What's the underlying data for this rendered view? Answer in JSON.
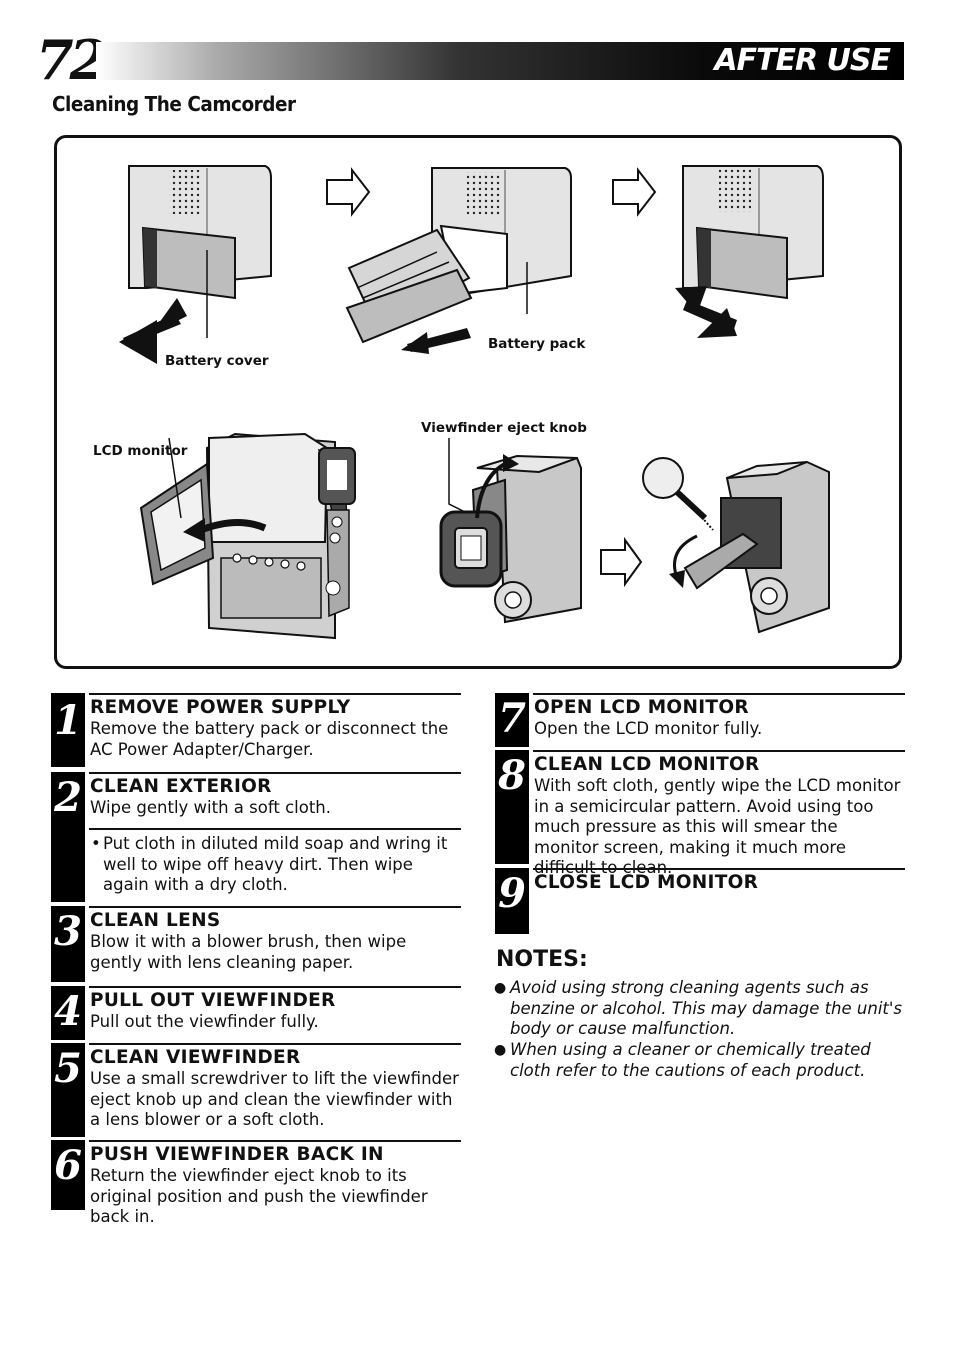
{
  "header": {
    "page_number": "72",
    "chapter_title": "AFTER USE",
    "section_title": "Cleaning The Camcorder"
  },
  "illustration": {
    "callouts": {
      "battery_cover": "Battery cover",
      "battery_pack": "Battery pack",
      "lcd_monitor": "LCD monitor",
      "viewfinder_eject_knob": "Viewfinder eject knob"
    }
  },
  "steps": [
    {
      "number": "1",
      "title": "REMOVE POWER SUPPLY",
      "body": "Remove the battery pack or disconnect the AC Power Adapter/Charger."
    },
    {
      "number": "2",
      "title": "CLEAN EXTERIOR",
      "body": "Wipe gently with a soft cloth.",
      "bullet": "Put cloth in diluted mild soap and wring it well to wipe off heavy dirt. Then wipe again with a dry cloth."
    },
    {
      "number": "3",
      "title": "CLEAN LENS",
      "body": "Blow it with a blower brush, then wipe gently with lens cleaning paper."
    },
    {
      "number": "4",
      "title": "PULL OUT VIEWFINDER",
      "body": "Pull out the viewfinder fully."
    },
    {
      "number": "5",
      "title": "CLEAN VIEWFINDER",
      "body": "Use a small screwdriver to lift the viewfinder eject knob up and clean the viewfinder with a lens blower or a soft cloth."
    },
    {
      "number": "6",
      "title": "PUSH VIEWFINDER BACK IN",
      "body": "Return the viewfinder eject knob to its original position and push the viewfinder back in."
    },
    {
      "number": "7",
      "title": "OPEN LCD MONITOR",
      "body": "Open the LCD monitor fully."
    },
    {
      "number": "8",
      "title": "CLEAN LCD MONITOR",
      "body": "With soft cloth, gently wipe the LCD monitor in a semicircular pattern. Avoid using too much pressure as this will smear the monitor screen, making it much more difficult to clean."
    },
    {
      "number": "9",
      "title": "CLOSE LCD MONITOR",
      "body": ""
    }
  ],
  "notes": {
    "heading": "NOTES:",
    "items": [
      "Avoid using strong cleaning agents such as benzine or alcohol. This may damage the unit's body or cause malfunction.",
      "When using a cleaner or chemically treated cloth refer to the cautions of each product."
    ]
  }
}
